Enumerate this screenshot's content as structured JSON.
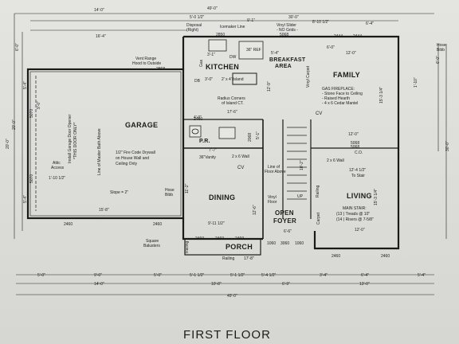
{
  "title": "FIRST FLOOR",
  "rooms": {
    "kitchen": "KITCHEN",
    "breakfast": "BREAKFAST",
    "breakfast_2": "AREA",
    "family": "FAMILY",
    "garage": "GARAGE",
    "pr": "P.R.",
    "dining": "DINING",
    "living": "LIVING",
    "porch": "PORCH",
    "open_foyer_1": "OPEN",
    "open_foyer_2": "FOYER"
  },
  "notes": {
    "disposal": "Disposal",
    "disposal_2": "(Right)",
    "icemaker": "Icemaker Line",
    "vinyl_slider": "Vinyl Slider",
    "vinyl_slider_2": "- NO Grids -",
    "vinyl_slider_3": "5068",
    "ref": "36\" REF",
    "vent_range": "Vent Range",
    "vent_range_2": "Hood to Outside",
    "island": "2' x 4' Island",
    "radius": "Radius Corners",
    "radius_2": "of Island CT.",
    "gas_fireplace": "GAS FIREPLACE:",
    "gas_fp_1": "- Stone Face to Ceiling",
    "gas_fp_2": "- Raised Hearth",
    "gas_fp_3": "- 4 x 6 Cedar Mantel",
    "hose_bibb_right": "Hose",
    "hose_bibb_right_2": "Bibb",
    "hose_bibb_garage": "Hose",
    "hose_bibb_garage_2": "Bibb",
    "garage_opener": "Install Garage Door Opener",
    "garage_opener_2": "*THIS DOOR ONLY*",
    "master_bath": "Line of Master Bath Above",
    "attic_access": "Attic",
    "attic_access_2": "Access",
    "fire_code": "1/2\" Fire Code Drywall",
    "fire_code_2": "on House Wall and",
    "fire_code_3": "Ceiling Only",
    "slope": "Slope = 2\"",
    "vanity": "36\"Vanity",
    "wall_2x6": "2 x 6 Wall",
    "wall_2x6_b": "2 x 6 Wall",
    "floor_above": "Line of",
    "floor_above_2": "Floor Above",
    "vinyl_floor": "Vinyl",
    "vinyl_floor_2": "Floor",
    "main_stair": "MAIN STAIR:",
    "main_stair_1": "(13 ) Treads @ 10\"",
    "main_stair_2": "(14 ) Risers @ 7-5/8\"",
    "square_balusters": "Square",
    "square_balusters_2": "Balusters",
    "railing_1": "Railing",
    "railing_2": "Railing",
    "railing_3": "Railing",
    "carpet": "Carpet",
    "vinyl_carpet": "Vinyl Carpet",
    "cv": "CV",
    "cv_2": "CV",
    "co": "C.O.",
    "up": "UP",
    "dw": "DW",
    "db": "DB",
    "gas": "Gas",
    "door_5068": "5068",
    "door_2868": "2868",
    "door_2068": "2068"
  },
  "dims": {
    "top_total": "49'-0\"",
    "top_second": "30'-0\"",
    "top_a": "5'-0 1/2\"",
    "top_b": "9'-1\"",
    "top_c": "8'-10 1/2\"",
    "top_d": "6'-4\"",
    "top_e": "16'-4\"",
    "top_f": "14'-0\"",
    "kitchen_w": "3'-1\"",
    "kitchen_2": "3'-0\"",
    "kitchen_3": "5'-4\"",
    "family_w": "12'-0\"",
    "family_w2": "6'-0\"",
    "breakfast_d": "12'-9\"",
    "kitchen_d": "17'-6\"",
    "family_d": "15'-3 1/4\"",
    "living_d": "15'-3 1/4\"",
    "living_w": "12'-4 1/2\"",
    "living_w2": "12'-0\"",
    "living_w3": "12'-0\"",
    "stair_to": "To Stair",
    "pr_w": "4'-0\"",
    "pr_d": "5'-1\"",
    "dining_w": "7'-7\"",
    "dining_w2": "9'-11 1/2\"",
    "dining_d": "11'-2\"",
    "dining_d2": "12'-6\"",
    "foyer_d": "6'-6\"",
    "stair_w": "10'-2\"",
    "garage_w": "15'-8\"",
    "garage_d": "20'-0\"",
    "left_total": "20'-0\"",
    "left_a": "9'-0\"",
    "left_b": "5'-4\"",
    "left_c": "5'-4\"",
    "left_d": "6'-0\"",
    "right_total": "30'-0\"",
    "right_a": "6'-0\"",
    "right_b": "1'-10\"",
    "attic_w": "1'-10 1/2\"",
    "bot_a": "5'-0\"",
    "bot_b": "9'-0\"",
    "bot_c": "5'-0\"",
    "bot_d": "5'-1 1/2\"",
    "bot_e": "5'-1 1/2\"",
    "bot_f": "5'-4 1/2\"",
    "bot_g": "3'-4\"",
    "bot_h": "6'-4\"",
    "bot_i": "5'-4\"",
    "bot2_a": "14'-0\"",
    "bot2_b": "10'-8\"",
    "bot2_c": "6'-9\"",
    "bot2_d": "13'-0\"",
    "bot_total": "49'-0\"",
    "porch_w": "17'-8\"",
    "win_2460_a": "2460",
    "win_2460_b": "2460",
    "win_2460_c": "2460",
    "win_2460_d": "2460",
    "win_2460_e": "2460",
    "win_2460_f": "2460",
    "win_2460_g": "2460",
    "win_2460_h": "2460",
    "win_2444_a": "2444",
    "win_2444_b": "2444",
    "win_2850": "2850",
    "win_1060_a": "1060",
    "win_3060": "3060",
    "win_1060_b": "1060",
    "win_5070_a": "5070",
    "win_5070_b": "5070",
    "win_5068": "5068"
  }
}
